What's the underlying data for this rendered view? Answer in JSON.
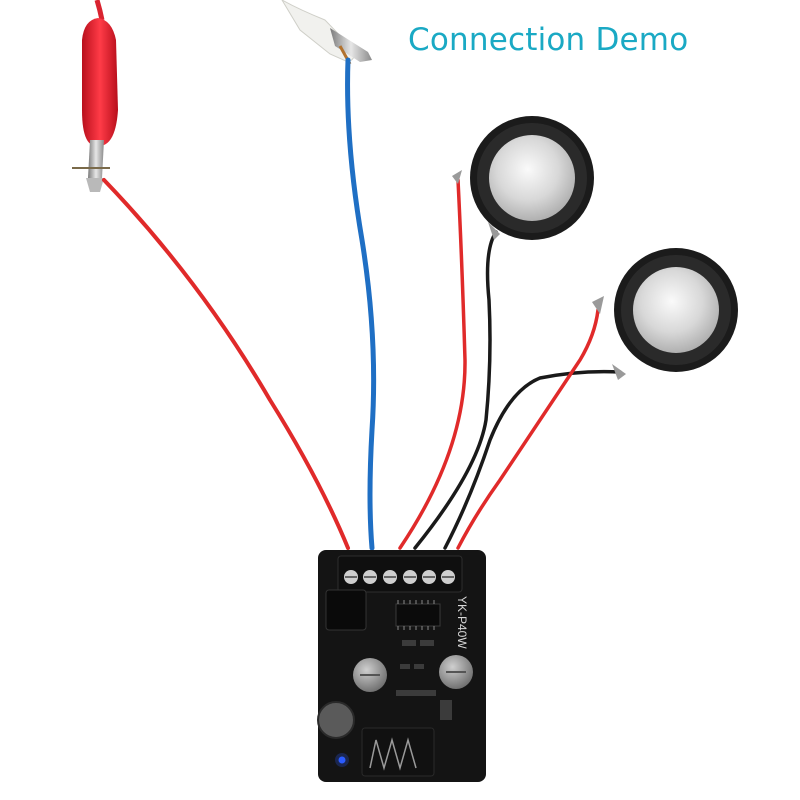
{
  "title": "Connection Demo",
  "board": {
    "model_label": "YK-P40W"
  },
  "colors": {
    "title": "#1aa9c4",
    "wire_red": "#e02a2a",
    "wire_blue": "#1f6fc4",
    "wire_black": "#1a1a1a",
    "board": "#141414",
    "status_led": "#2b5bff"
  },
  "components": {
    "power_clips": [
      "red-alligator-clip",
      "white-alligator-clip"
    ],
    "speakers": [
      "speaker-top",
      "speaker-bottom"
    ],
    "terminal_screw_count": 6,
    "capacitors": 2
  }
}
